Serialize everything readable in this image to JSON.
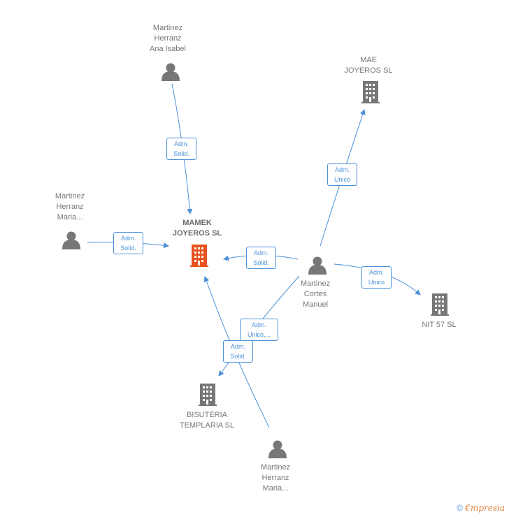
{
  "nodes": {
    "mamek": {
      "lines": [
        "MAMEK",
        "JOYEROS SL"
      ],
      "type": "company-main"
    },
    "ana": {
      "lines": [
        "Martinez",
        "Herranz",
        "Ana Isabel"
      ],
      "type": "person"
    },
    "maria1": {
      "lines": [
        "Martinez",
        "Herranz",
        "Maria..."
      ],
      "type": "person"
    },
    "mae": {
      "lines": [
        "MAE",
        "JOYEROS SL"
      ],
      "type": "company"
    },
    "manuel": {
      "lines": [
        "Martinez",
        "Cortes",
        "Manuel"
      ],
      "type": "person"
    },
    "nit": {
      "lines": [
        "NIT 57 SL"
      ],
      "type": "company"
    },
    "bisuteria": {
      "lines": [
        "BISUTERIA",
        "TEMPLARIA SL"
      ],
      "type": "company"
    },
    "maria2": {
      "lines": [
        "Martinez",
        "Herranz",
        "Maria..."
      ],
      "type": "person"
    }
  },
  "edges": {
    "ana_mamek": [
      "Adm.",
      "Solid."
    ],
    "maria1_mamek": [
      "Adm.",
      "Solid."
    ],
    "manuel_mae": [
      "Adm.",
      "Unico"
    ],
    "manuel_mamek": [
      "Adm.",
      "Solid."
    ],
    "manuel_nit": [
      "Adm.",
      "Unico"
    ],
    "manuel_bisuteria": [
      "Adm.",
      "Unico,..."
    ],
    "maria2_mamek": [
      "Adm.",
      "Solid."
    ]
  },
  "colors": {
    "edge": "#4a90d9",
    "company": "#777777",
    "main": "#e8531f",
    "person": "#777777"
  },
  "footer": {
    "symbol": "©",
    "brand": "€mpresia"
  }
}
